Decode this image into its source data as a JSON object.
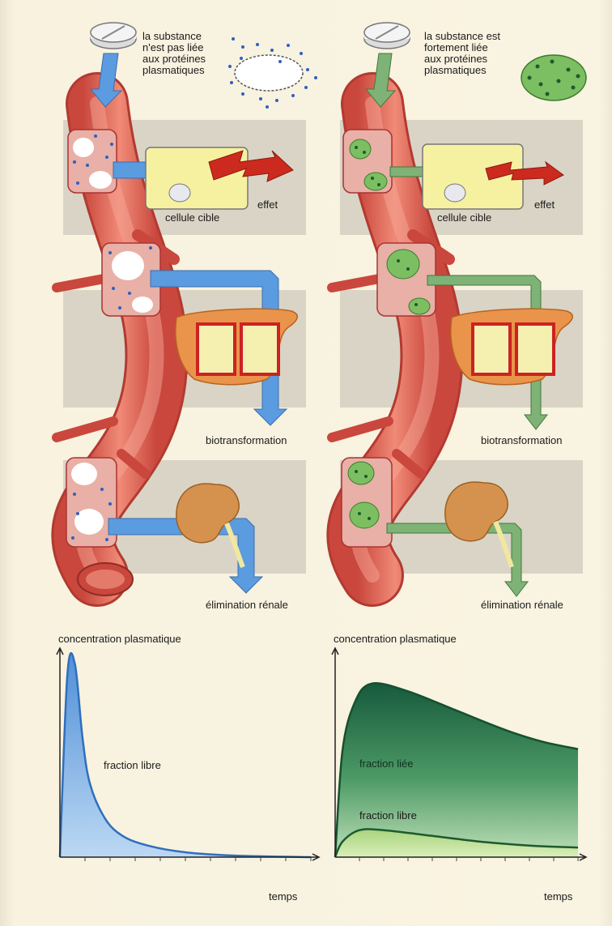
{
  "left": {
    "note": "la substance\nn'est pas liée\naux protéines\nplasmatiques",
    "cell_label": "cellule cible",
    "effect_label": "effet",
    "biotransformation_label": "biotransformation",
    "renal_label": "élimination rénale",
    "chart_ylabel": "concentration plasmatique",
    "chart_xlabel": "temps",
    "fraction_label": "fraction libre"
  },
  "right": {
    "note": "la substance est\nfortement liée\naux protéines\nplasmatiques",
    "cell_label": "cellule cible",
    "effect_label": "effet",
    "biotransformation_label": "biotransformation",
    "renal_label": "élimination rénale",
    "chart_ylabel": "concentration plasmatique",
    "chart_xlabel": "temps",
    "bound_label": "fraction liée",
    "free_label": "fraction libre"
  },
  "colors": {
    "free_blue": "#5b9be0",
    "bound_green": "#2e7a50",
    "vessel": "#e46a5c",
    "cell": "#f6f1a0",
    "liver": "#e9944a",
    "kidney": "#d4924e",
    "panel": "#d9d4c6"
  },
  "chart_data": [
    {
      "type": "area",
      "xlabel": "temps",
      "ylabel": "concentration plasmatique",
      "series": [
        {
          "name": "fraction libre",
          "x": [
            0,
            0.03,
            0.06,
            0.09,
            0.12,
            0.18,
            0.25,
            0.35,
            0.5,
            0.7,
            1.0
          ],
          "y": [
            0,
            0.95,
            1.0,
            0.62,
            0.38,
            0.2,
            0.11,
            0.06,
            0.025,
            0.008,
            0.0
          ]
        }
      ]
    },
    {
      "type": "area",
      "xlabel": "temps",
      "ylabel": "concentration plasmatique",
      "series": [
        {
          "name": "fraction liée",
          "x": [
            0,
            0.03,
            0.08,
            0.15,
            0.3,
            0.5,
            0.7,
            0.85,
            1.0
          ],
          "y": [
            0,
            0.55,
            0.8,
            0.9,
            0.86,
            0.76,
            0.66,
            0.6,
            0.56
          ]
        },
        {
          "name": "fraction libre",
          "x": [
            0,
            0.03,
            0.1,
            0.2,
            0.4,
            0.6,
            0.8,
            1.0
          ],
          "y": [
            0,
            0.08,
            0.14,
            0.14,
            0.11,
            0.08,
            0.06,
            0.05
          ]
        }
      ]
    }
  ]
}
